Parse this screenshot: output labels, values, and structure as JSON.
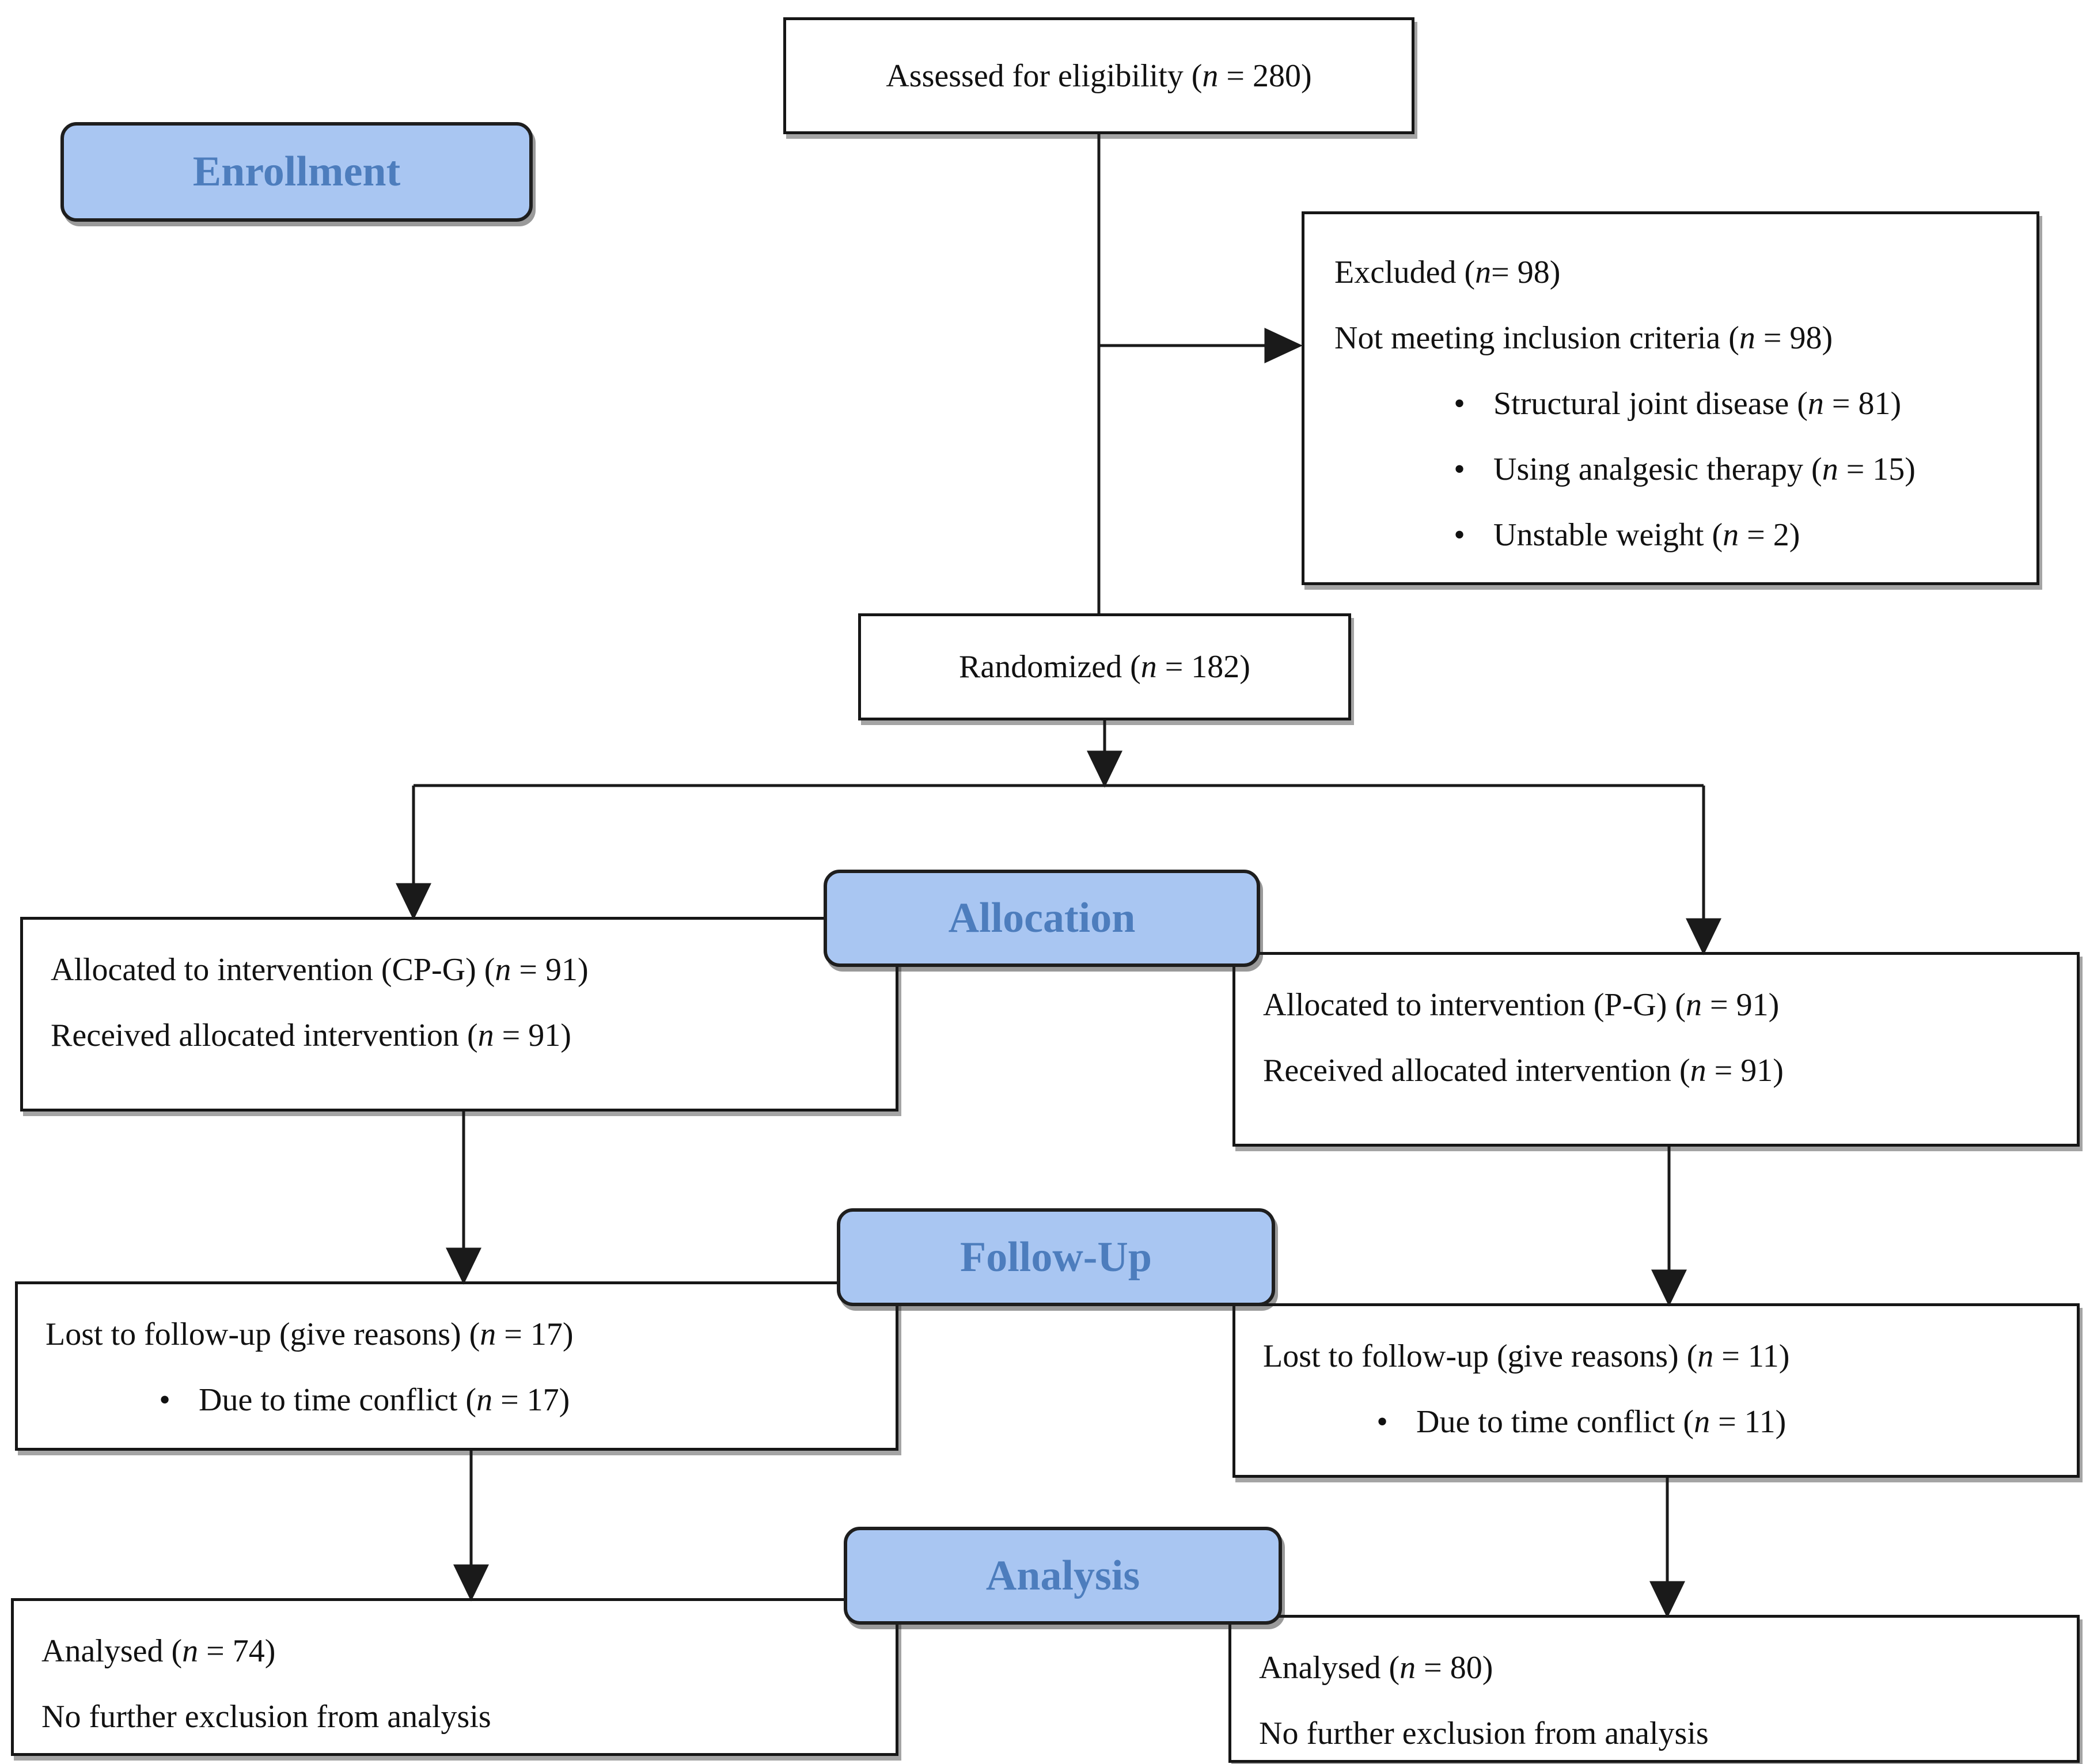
{
  "diagram": {
    "bullet_char": "•",
    "stage_labels": {
      "enrollment": "Enrollment",
      "allocation": "Allocation",
      "followup": "Follow-Up",
      "analysis": "Analysis"
    },
    "top_box": {
      "text": "Assessed for eligibility (*n* = 280)"
    },
    "excluded_box": {
      "line1": "Excluded (*n*= 98)",
      "line2": "Not meeting inclusion criteria (*n* = 98)",
      "bullets": [
        "Structural joint disease (*n* = 81)",
        "Using analgesic therapy (*n* = 15)",
        "Unstable weight (*n* = 2)"
      ]
    },
    "randomized_box": {
      "text": "Randomized (*n* = 182)"
    },
    "left_allocation_box": {
      "line1": "Allocated to intervention (CP-G) (*n* = 91)",
      "line2": "Received allocated intervention (*n* = 91)"
    },
    "right_allocation_box": {
      "line1": "Allocated to intervention (P-G) (*n* = 91)",
      "line2": "Received allocated intervention (*n* = 91)"
    },
    "left_followup_box": {
      "line1": "Lost to follow-up (give reasons) (*n* = 17)",
      "bullet": "Due to time conflict (*n* = 17)"
    },
    "right_followup_box": {
      "line1": "Lost to follow-up (give reasons) (*n* = 11)",
      "bullet": "Due to time conflict (*n* = 11)"
    },
    "left_analysis_box": {
      "line1": "Analysed (*n* = 74)",
      "line2": "No further exclusion from analysis"
    },
    "right_analysis_box": {
      "line1": "Analysed (*n* = 80)",
      "line2": "No further exclusion from analysis"
    },
    "colors": {
      "label_fill": "#a9c6f2",
      "label_text": "#4d7dbd",
      "label_border": "#1e1e1e",
      "box_border": "#161616",
      "connector": "#1a1a1a",
      "background": "#ffffff"
    }
  }
}
